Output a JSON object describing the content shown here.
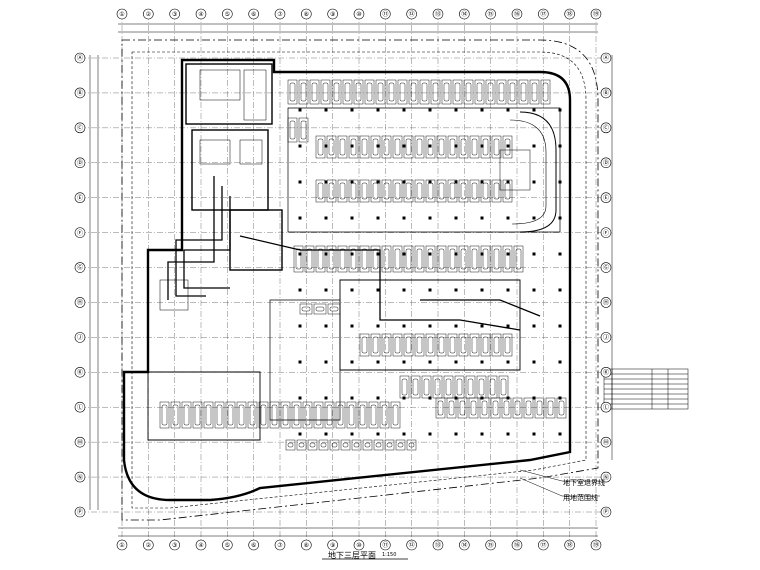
{
  "drawing": {
    "title": "地下三层平面",
    "scale": "1:150",
    "legend": [
      {
        "label": "地下室退界线"
      },
      {
        "label": "用地范围线"
      }
    ]
  },
  "grid": {
    "top": [
      "①",
      "②",
      "③",
      "④",
      "⑤",
      "⑥",
      "⑦",
      "⑧",
      "⑨",
      "⑩",
      "⑪",
      "⑫",
      "⑬",
      "⑭",
      "⑮",
      "⑯",
      "⑰",
      "⑱",
      "⑲"
    ],
    "left": [
      "Ⓐ",
      "Ⓑ",
      "Ⓒ",
      "Ⓓ",
      "Ⓔ",
      "Ⓕ",
      "Ⓖ",
      "Ⓗ",
      "Ⓙ",
      "Ⓚ",
      "Ⓛ",
      "Ⓜ",
      "Ⓝ",
      "Ⓟ"
    ]
  },
  "colors": {
    "line": "#000000",
    "paper": "#ffffff"
  }
}
